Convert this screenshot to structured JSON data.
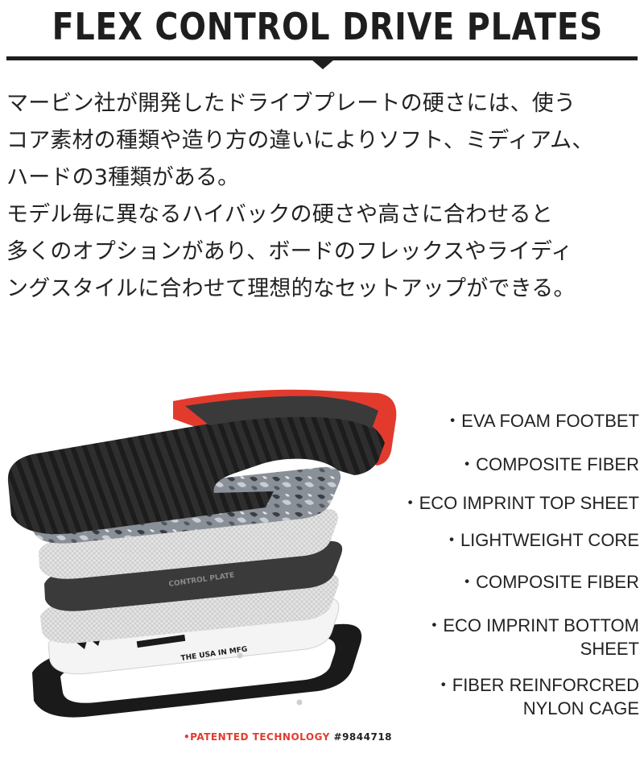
{
  "title": "FLEX CONTROL DRIVE PLATES",
  "intro": {
    "line1": "マービン社が開発したドライブプレートの硬さには、使う",
    "line2": "コア素材の種類や造り方の違いによりソフト、ミディアム、",
    "line3": "ハードの3種類がある。",
    "line4": "モデル毎に異なるハイバックの硬さや高さに合わせると",
    "line5": "多くのオプションがあり、ボードのフレックスやライディ",
    "line6": "ングスタイルに合わせて理想的なセットアップができる。"
  },
  "layers": [
    "・EVA FOAM FOOTBET",
    "・COMPOSITE FIBER",
    "・ECO IMPRINT TOP SHEET",
    "・LIGHTWEIGHT CORE",
    "・COMPOSITE FIBER",
    "・ECO IMPRINT BOTTOM",
    "SHEET",
    "・FIBER REINFORCRED",
    "NYLON CAGE"
  ],
  "patent": {
    "label": "•PATENTED TECHNOLOGY",
    "number": "#9844718"
  },
  "colors": {
    "text": "#1e1e1e",
    "accent_red": "#e23b2e",
    "footbed_black": "#2b2b2b",
    "fiber_gray": "#dcdcdc"
  },
  "art_text": {
    "brand_block": "THE USA IN MFG",
    "plate_text": "CONTROL PLATE"
  }
}
